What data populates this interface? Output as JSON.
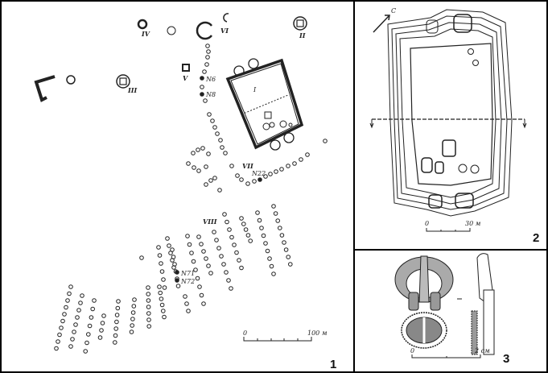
{
  "figure": {
    "panel_numbers": [
      "1",
      "2",
      "3"
    ],
    "panel1": {
      "mound_labels": [
        "IV",
        "VI",
        "II",
        "III",
        "V",
        "VII",
        "VIII"
      ],
      "enclosure_label": "I",
      "grave_labels": [
        "N6",
        "N8",
        "N22",
        "N71",
        "N72"
      ],
      "scale": {
        "start": "0",
        "end": "100 м"
      }
    },
    "panel2": {
      "north_label": "С",
      "scale": {
        "start": "0",
        "end": "30 м"
      }
    },
    "panel3": {
      "scale": {
        "start": "0",
        "end": "2 см"
      }
    }
  }
}
